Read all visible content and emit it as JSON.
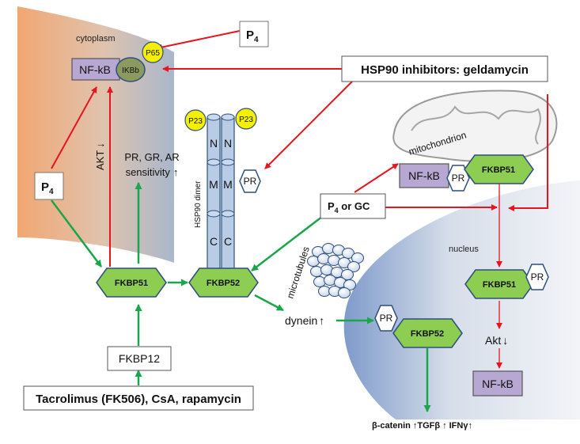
{
  "regions": {
    "cytoplasm": "cytoplasm",
    "nucleus": "nucleus",
    "mitochondrion": "mitochondrion",
    "microtubules": "microtubules"
  },
  "labels": {
    "p4_top": "P",
    "p4_left": "P",
    "p4_sub": "4",
    "p4_or_gc_p": "P",
    "p4_or_gc_sub": "4",
    "p4_or_gc_rest": " or GC",
    "hsp90_inhibitors": "HSP90 inhibitors: geldamycin",
    "nfkb": "NF-kB",
    "ikbb": "IKBb",
    "p65": "P65",
    "p23": "P23",
    "pr": "PR",
    "akt_left": "AKT",
    "receptor_line1": "PR, GR, AR",
    "receptor_line2": "sensitivity",
    "hsp90_dimer": "HSP90 dimer",
    "dimer_n": "N",
    "dimer_m": "M",
    "dimer_c": "C",
    "fkbp51": "FKBP51",
    "fkbp52": "FKBP52",
    "fkbp12": "FKBP12",
    "drugs": "Tacrolimus (FK506), CsA, rapamycin",
    "dynein": "dynein",
    "akt_right": "Akt",
    "beta_catenin": "β-catenin",
    "tgfb": "TGFβ",
    "ifng": "IFNγ",
    "up_arrow": "↑",
    "down_arrow": "↓"
  },
  "colors": {
    "red_arrow": "#e8141e",
    "green_arrow": "#1aa64a",
    "fkbp_fill": "#8ccd52",
    "fkbp_stroke": "#2d4f7c",
    "nfkb_fill": "#b6a8d2",
    "ikbb_fill": "#8c9a60",
    "p_yellow": "#f5f000",
    "hsp90_fill": "#b8cce6",
    "cyto_left": "#f2a772",
    "cyto_right": "#a9b7cc",
    "nucleus_left": "#8aa4cf",
    "nucleus_right": "#f1f3f6"
  }
}
